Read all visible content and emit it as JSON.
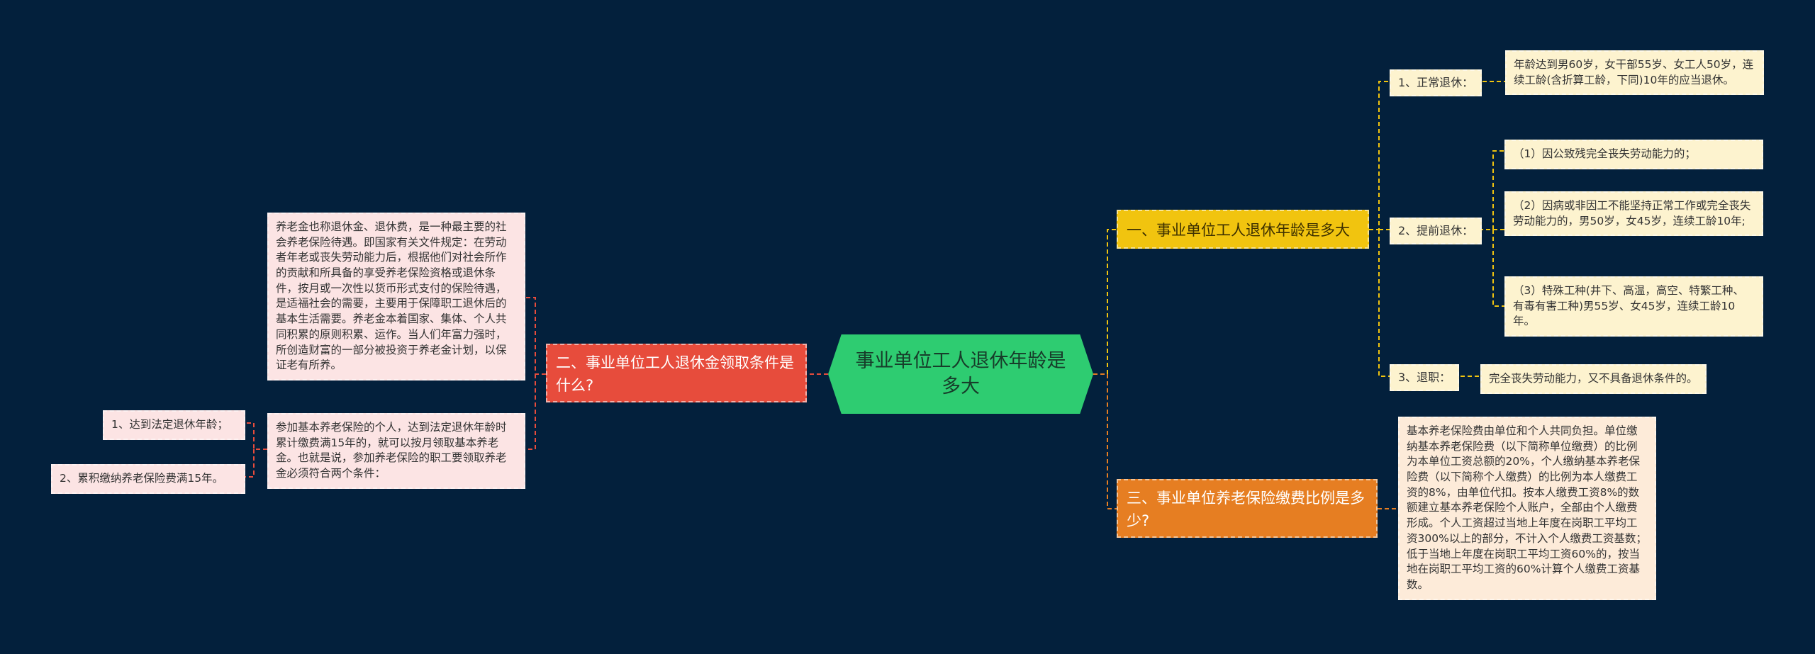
{
  "root": {
    "text": "事业单位工人退休年龄是多大"
  },
  "branch1": {
    "title": "一、事业单位工人退休年龄是多大",
    "items": [
      {
        "label": "1、正常退休：",
        "details": [
          "年龄达到男60岁，女干部55岁、女工人50岁，连续工龄(含折算工龄，下同)10年的应当退休。"
        ]
      },
      {
        "label": "2、提前退休：",
        "details": [
          "（1）因公致残完全丧失劳动能力的；",
          "（2）因病或非因工不能坚持正常工作或完全丧失劳动能力的，男50岁，女45岁，连续工龄10年;",
          "（3）特殊工种(井下、高温，高空、特繁工种、有毒有害工种)男55岁、女45岁，连续工龄10年。"
        ]
      },
      {
        "label": "3、退职：",
        "details": [
          "完全丧失劳动能力，又不具备退休条件的。"
        ]
      }
    ]
  },
  "branch2": {
    "title": "二、事业单位工人退休金领取条件是什么?",
    "intro": "养老金也称退休金、退休费，是一种最主要的社会养老保险待遇。即国家有关文件规定：在劳动者年老或丧失劳动能力后，根据他们对社会所作的贡献和所具备的享受养老保险资格或退休条件，按月或一次性以货币形式支付的保险待遇，是适福社会的需要，主要用于保障职工退休后的基本生活需要。养老金本着国家、集体、个人共同积累的原则积累、运作。当人们年富力强时，所创造财富的一部分被投资于养老金计划，以保证老有所养。",
    "condition": "参加基本养老保险的个人，达到法定退休年龄时累计缴费满15年的，就可以按月领取基本养老金。也就是说，参加养老保险的职工要领取养老金必须符合两个条件：",
    "sub_items": [
      "1、达到法定退休年龄；",
      "2、累积缴纳养老保险费满15年。"
    ]
  },
  "branch3": {
    "title": "三、事业单位养老保险缴费比例是多少?",
    "detail": "基本养老保险费由单位和个人共同负担。单位缴纳基本养老保险费（以下简称单位缴费）的比例为本单位工资总额的20%，个人缴纳基本养老保险费（以下简称个人缴费）的比例为本人缴费工资的8%，由单位代扣。按本人缴费工资8%的数额建立基本养老保险个人账户，全部由个人缴费形成。个人工资超过当地上年度在岗职工平均工资300%以上的部分，不计入个人缴费工资基数；低于当地上年度在岗职工平均工资60%的，按当地在岗职工平均工资的60%计算个人缴费工资基数。"
  },
  "colors": {
    "background": "#03203c",
    "root": "#2ecc71",
    "branch1": "#f1c40f",
    "branch2": "#e74c3c",
    "branch3": "#e67e22",
    "leaf_cream": "#fdf3cf",
    "leaf_pink": "#fce4e4",
    "leaf_peach": "#fdebd9"
  }
}
